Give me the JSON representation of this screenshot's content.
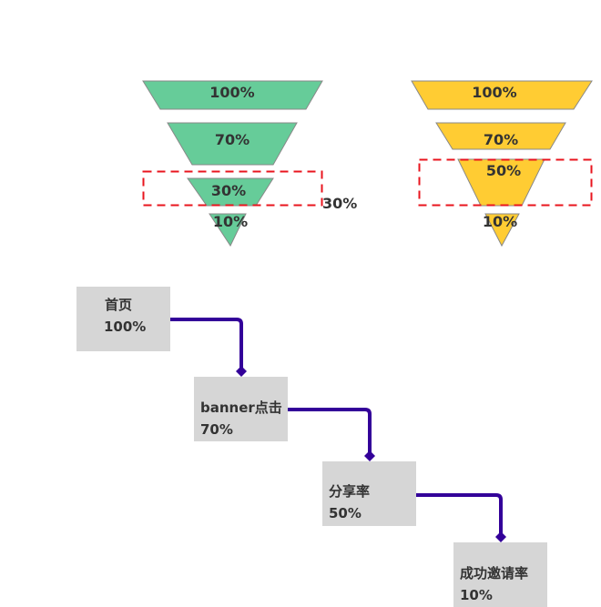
{
  "funnel_left": {
    "color": "#66cc99",
    "stages": [
      "100%",
      "70%",
      "30%",
      "10%"
    ],
    "highlight_label": "30%"
  },
  "funnel_right": {
    "color": "#ffcc33",
    "stages": [
      "100%",
      "70%",
      "50%",
      "10%"
    ]
  },
  "flow": {
    "connector_color": "#330099",
    "steps": [
      {
        "name": "首页",
        "value": "100%"
      },
      {
        "name": "banner点击",
        "value": "70%"
      },
      {
        "name": "分享率",
        "value": "50%"
      },
      {
        "name": "成功邀请率",
        "value": "10%"
      }
    ]
  }
}
